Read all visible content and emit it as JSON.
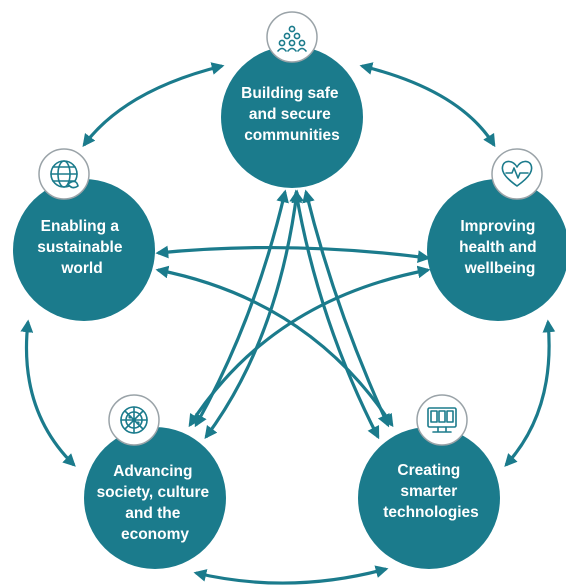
{
  "colors": {
    "primary": "#1b7b8c",
    "icon_ring": "#9aa3a8",
    "background": "#ffffff",
    "label": "#ffffff"
  },
  "nodes": [
    {
      "id": "safe-communities",
      "icon": "people-group-icon",
      "lines": [
        "Building safe",
        "and secure",
        "communities"
      ]
    },
    {
      "id": "health-wellbeing",
      "icon": "heart-pulse-icon",
      "lines": [
        "Improving",
        "health and",
        "wellbeing"
      ]
    },
    {
      "id": "smarter-technologies",
      "icon": "computer-monitor-icon",
      "lines": [
        "Creating",
        "smarter",
        "technologies"
      ]
    },
    {
      "id": "society-culture-economy",
      "icon": "globe-network-icon",
      "lines": [
        "Advancing",
        "society, culture",
        "and the",
        "economy"
      ]
    },
    {
      "id": "sustainable-world",
      "icon": "globe-leaf-icon",
      "lines": [
        "Enabling a",
        "sustainable",
        "world"
      ]
    }
  ],
  "connections": [
    [
      "safe-communities",
      "health-wellbeing"
    ],
    [
      "health-wellbeing",
      "smarter-technologies"
    ],
    [
      "smarter-technologies",
      "society-culture-economy"
    ],
    [
      "society-culture-economy",
      "sustainable-world"
    ],
    [
      "sustainable-world",
      "safe-communities"
    ],
    [
      "safe-communities",
      "society-culture-economy"
    ],
    [
      "safe-communities",
      "smarter-technologies"
    ],
    [
      "sustainable-world",
      "health-wellbeing"
    ],
    [
      "sustainable-world",
      "smarter-technologies"
    ],
    [
      "health-wellbeing",
      "society-culture-economy"
    ]
  ]
}
